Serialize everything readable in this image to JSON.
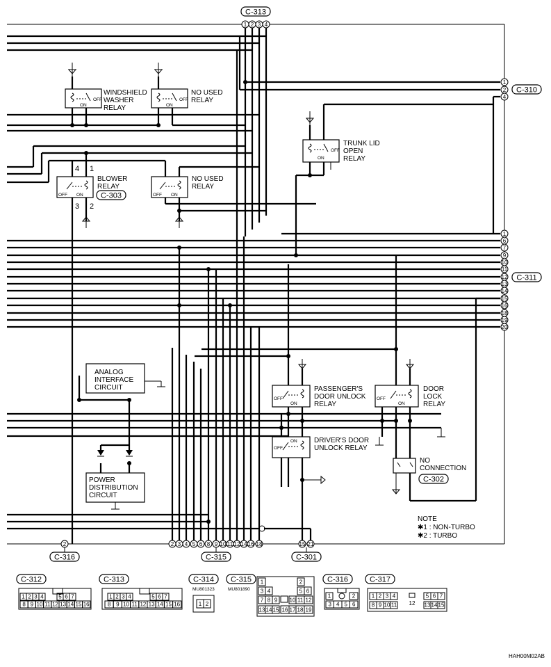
{
  "connectors": {
    "c313": "C-313",
    "c310": "C-310",
    "c311": "C-311",
    "c303": "C-303",
    "c302": "C-302",
    "c316": "C-316",
    "c315": "C-315",
    "c301": "C-301"
  },
  "relays": {
    "windshield": [
      "WINDSHIELD",
      "WASHER",
      "RELAY"
    ],
    "no_used_top": [
      "NO USED",
      "RELAY"
    ],
    "trunk": [
      "TRUNK LID",
      "OPEN",
      "RELAY"
    ],
    "blower": [
      "BLOWER",
      "RELAY"
    ],
    "no_used_mid": [
      "NO USED",
      "RELAY"
    ],
    "passenger": [
      "PASSENGER'S",
      "DOOR UNLOCK",
      "RELAY"
    ],
    "door_lock": [
      "DOOR",
      "LOCK",
      "RELAY"
    ],
    "driver": [
      "DRIVER'S DOOR",
      "UNLOCK RELAY"
    ],
    "no_connection": [
      "NO",
      "CONNECTION"
    ]
  },
  "circuits": {
    "analog": [
      "ANALOG",
      "INTERFACE",
      "CIRCUIT"
    ],
    "power": [
      "POWER",
      "DISTRIBUTION",
      "CIRCUIT"
    ]
  },
  "switch_labels": {
    "on": "ON",
    "off": "OFF"
  },
  "pins": {
    "c313": [
      "1",
      "2",
      "3",
      "4"
    ],
    "c310": [
      "1",
      "2",
      "4"
    ],
    "c311": [
      "1",
      "6",
      "7",
      "9",
      "10",
      "11",
      "12",
      "13",
      "14",
      "15",
      "16",
      "18",
      "19",
      "20"
    ],
    "c303": [
      "4",
      "1",
      "3",
      "2"
    ],
    "c316": [
      "2"
    ],
    "c315": [
      "2",
      "3",
      "4",
      "5",
      "6",
      "8",
      "9",
      "10",
      "11",
      "12",
      "14",
      "16",
      "18"
    ],
    "c301": [
      "15",
      "21"
    ]
  },
  "note": {
    "title": "NOTE",
    "lines": [
      "✱1 : NON-TURBO",
      "✱2 : TURBO"
    ]
  },
  "legend": {
    "c312": {
      "label": "C-312",
      "row1": [
        "1",
        "2",
        "3",
        "4",
        "5",
        "6",
        "7"
      ],
      "row2": [
        "8",
        "9",
        "10",
        "11",
        "12",
        "13",
        "14",
        "15",
        "16"
      ]
    },
    "c313": {
      "label": "C-313",
      "row1": [
        "1",
        "2",
        "3",
        "4",
        "5",
        "6",
        "7"
      ],
      "row2": [
        "8",
        "9",
        "10",
        "11",
        "12",
        "13",
        "14",
        "15",
        "16"
      ]
    },
    "c314": {
      "label": "C-314",
      "part": "MU801323",
      "pins": [
        "1",
        "2"
      ]
    },
    "c315": {
      "label": "C-315",
      "part": "MU801890",
      "cells": [
        "1",
        "2",
        "3",
        "4",
        "5",
        "6",
        "7",
        "8",
        "9",
        "10",
        "11",
        "12",
        "13",
        "14",
        "15",
        "16",
        "17",
        "18",
        "19"
      ]
    },
    "c316": {
      "label": "C-316",
      "row1": [
        "1",
        "2"
      ],
      "row2": [
        "3",
        "4",
        "5",
        "6"
      ]
    },
    "c317": {
      "label": "C-317",
      "row1": [
        "1",
        "2",
        "3",
        "4",
        "5",
        "6",
        "7"
      ],
      "center": "12",
      "row2": [
        "8",
        "9",
        "10",
        "11",
        "13",
        "14",
        "15"
      ]
    }
  },
  "figure_code": "HAH00M02AB"
}
